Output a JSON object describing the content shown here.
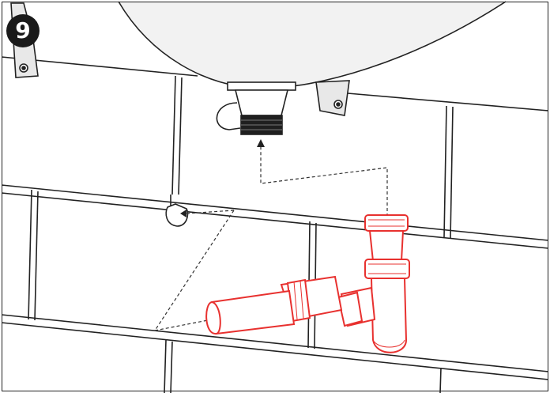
{
  "step": {
    "number": "9"
  },
  "colors": {
    "line": "#222222",
    "trap": "#e8312f",
    "trap_fill": "#ffffff",
    "dashed": "#333333"
  },
  "icons": [
    "basin-drawing",
    "bottle-trap-drawing",
    "waste-outlet-drawing",
    "tile-wall-drawing"
  ]
}
